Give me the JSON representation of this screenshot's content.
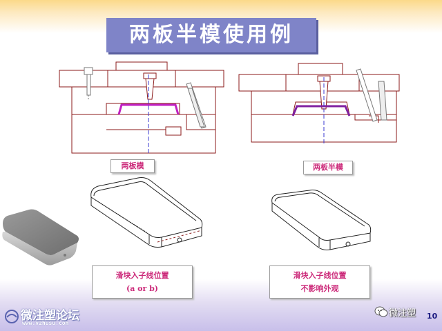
{
  "slide": {
    "title": "两板半模使用例",
    "page_number": "10"
  },
  "captions": {
    "two_plate": "两板模",
    "two_half_plate": "两板半模",
    "slider_line1_left": "滑块入子线位置",
    "slider_line2_left": "(a or b)",
    "slider_line1_right": "滑块入子线位置",
    "slider_line2_right": "不影响外观"
  },
  "footer": {
    "logo_text": "微注塑论坛",
    "url": "www.vzhusu.com",
    "wechat_label": "微注塑"
  },
  "colors": {
    "title_bg": "#7f84c8",
    "caption_text": "#cc2a7a",
    "mold_line": "#8b1a1a",
    "part_highlight": "#c020c0",
    "footer_bg": "#c8bfea"
  },
  "icons": {
    "footer_logo": "swirl-logo-icon",
    "wechat": "wechat-icon"
  }
}
